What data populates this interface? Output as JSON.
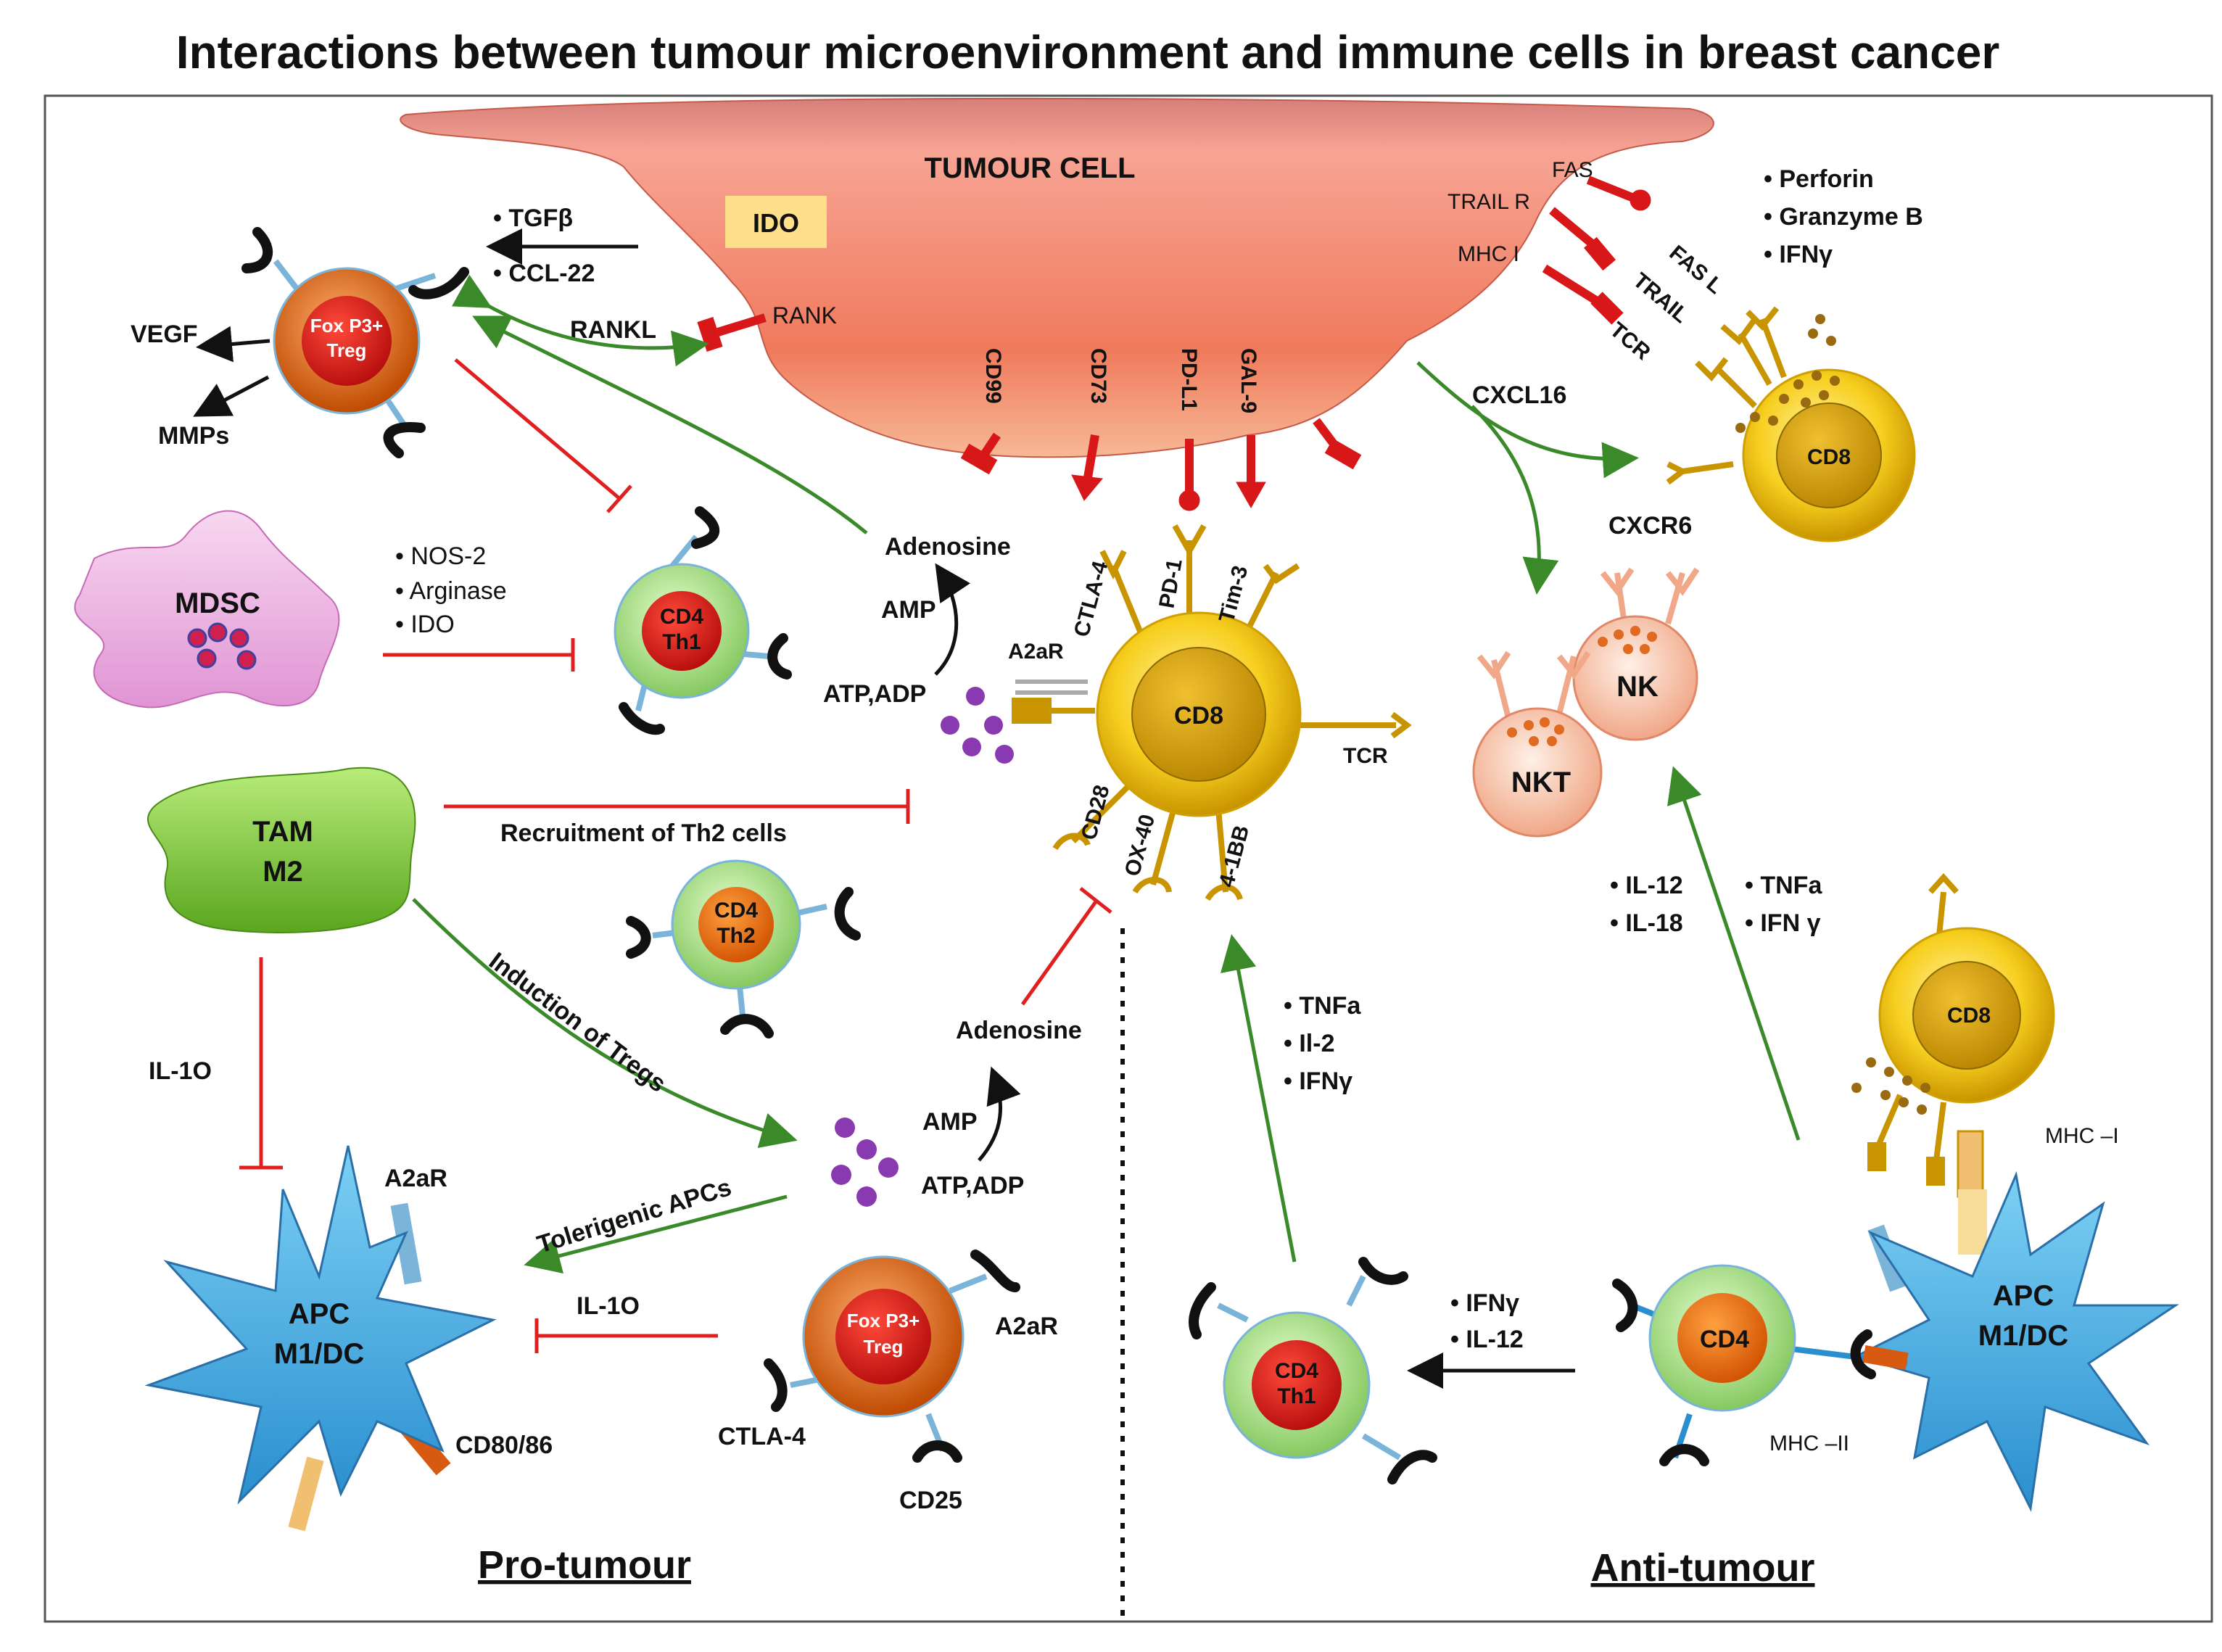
{
  "title": "Interactions between tumour microenvironment and immune cells in breast cancer",
  "sections": {
    "pro": "Pro-tumour",
    "anti": "Anti-tumour"
  },
  "tumour": {
    "label": "TUMOUR CELL",
    "ido": "IDO",
    "rank": "RANK",
    "fas": "FAS",
    "trail_r": "TRAIL R",
    "mhc_i": "MHC I",
    "ligands": [
      "CD99",
      "CD73",
      "PD-L1",
      "GAL-9"
    ]
  },
  "treg_top": {
    "label_line1": "Fox P3+",
    "label_line2": "Treg",
    "factors": [
      "TGFβ",
      "CCL-22"
    ],
    "rankl": "RANKL",
    "vegf": "VEGF",
    "mmps": "MMPs"
  },
  "mdsc": {
    "label": "MDSC",
    "factors": [
      "NOS-2",
      "Arginase",
      "IDO"
    ]
  },
  "cd4_th1_left": {
    "line1": "CD4",
    "line2": "Th1"
  },
  "adenosine_top": {
    "adenosine": "Adenosine",
    "amp": "AMP",
    "atp": "ATP,ADP"
  },
  "cd8_center": {
    "label": "CD8",
    "receptors": [
      "CTLA-4",
      "PD-1",
      "Tim-3",
      "A2aR",
      "TCR",
      "CD28",
      "OX-40",
      "4-1BB"
    ]
  },
  "tam": {
    "line1": "TAM",
    "line2": "M2",
    "recruit": "Recruitment of Th2 cells",
    "induction": "Induction of Tregs",
    "il10": "IL-1O"
  },
  "cd4_th2": {
    "line1": "CD4",
    "line2": "Th2"
  },
  "adenosine_bottom": {
    "adenosine": "Adenosine",
    "amp": "AMP",
    "atp": "ATP,ADP"
  },
  "apc_left": {
    "line1": "APC",
    "line2": "M1/DC",
    "a2ar": "A2aR",
    "cd80": "CD80/86",
    "tolerigenic": "Tolerigenic APCs"
  },
  "treg_bottom": {
    "label_line1": "Fox P3+",
    "label_line2": "Treg",
    "il10": "IL-1O",
    "a2ar": "A2aR",
    "ctla4": "CTLA-4",
    "cd25": "CD25"
  },
  "cd8_top_right": {
    "label": "CD8",
    "factors": [
      "Perforin",
      "Granzyme B",
      "IFNγ"
    ],
    "receptors": [
      "FAS L",
      "TRAIL",
      "TCR"
    ]
  },
  "cxcl16": "CXCL16",
  "cxcr6": "CXCR6",
  "nk": "NK",
  "nkt": "NKT",
  "il_center": [
    "TNFa",
    "Il-2",
    "IFNγ"
  ],
  "il_right_a": [
    "IL-12",
    "IL-18"
  ],
  "il_right_b": [
    "TNFa",
    "IFN γ"
  ],
  "cd8_right": {
    "label": "CD8",
    "mhc1": "MHC –I"
  },
  "apc_right": {
    "line1": "APC",
    "line2": "M1/DC",
    "mhc2": "MHC –II"
  },
  "cd4_right": {
    "label": "CD4"
  },
  "cd4_th1_right": {
    "line1": "CD4",
    "line2": "Th1"
  },
  "ifn_il12": [
    "IFNγ",
    "IL-12"
  ],
  "colors": {
    "green_arrow": "#3a8a2a",
    "red_inhibit": "#e02020",
    "tumour": "#f08a7a",
    "cd8": "#f2c21a"
  }
}
